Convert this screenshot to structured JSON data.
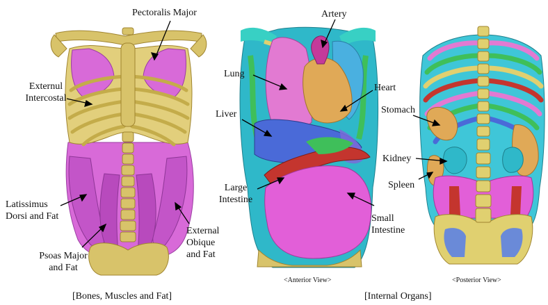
{
  "colors": {
    "bone": "#d8c36a",
    "bone_dark": "#b59a3c",
    "muscle": "#d86ad8",
    "muscle_dark": "#b04ab8",
    "lung": "#e27ad2",
    "heart": "#e0a957",
    "liver": "#4a6ad8",
    "cyan": "#3fc6d8",
    "green": "#3fbf5a",
    "red": "#c4352e",
    "orange": "#e0a957"
  },
  "labels": {
    "pectoralis": "Pectoralis Major",
    "externul_intercostal_1": "Externul",
    "externul_intercostal_2": "Intercostal",
    "latissimus_1": "Latissimus",
    "latissimus_2": "Dorsi and Fat",
    "psoas_1": "Psoas Major",
    "psoas_2": "and Fat",
    "external_obique_1": "External",
    "external_obique_2": "Obique",
    "external_obique_3": "and Fat",
    "artery": "Artery",
    "lung": "Lung",
    "heart": "Heart",
    "liver": "Liver",
    "large_intestine_1": "Large",
    "large_intestine_2": "Intestine",
    "small_intestine_1": "Small",
    "small_intestine_2": "Intestine",
    "stomach": "Stomach",
    "kidney": "Kidney",
    "spleen": "Spleen"
  },
  "captions": {
    "bones": "[Bones,  Muscles and Fat]",
    "internal": "[Internal Organs]",
    "anterior": "<Anterior View>",
    "posterior": "<Posterior View>"
  }
}
